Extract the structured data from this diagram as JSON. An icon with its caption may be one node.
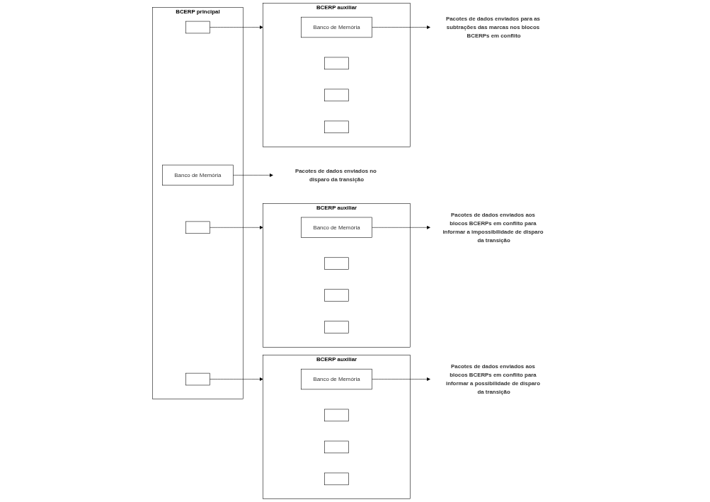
{
  "diagram": {
    "nodes": [
      {
        "text": [
          "BCERP principal"
        ]
      },
      {
        "text": [
          "Banco de Memória"
        ],
        "in": 0
      },
      {
        "text": [],
        "shape": "box",
        "in": 0
      },
      {
        "text": [],
        "shape": "box",
        "in": 0
      },
      {
        "text": [],
        "shape": "box",
        "in": 0
      },
      {
        "text": [
          "BCERP auxiliar"
        ]
      },
      {
        "text": [
          "Banco de Memória"
        ],
        "in": 5
      },
      {
        "text": [],
        "shape": "box",
        "in": 5
      },
      {
        "text": [],
        "shape": "box",
        "in": 5
      },
      {
        "text": [],
        "shape": "box",
        "in": 5
      },
      {
        "text": [
          "BCERP auxiliar"
        ]
      },
      {
        "text": [
          "Banco de Memória"
        ],
        "in": 10
      },
      {
        "text": [],
        "shape": "box",
        "in": 10
      },
      {
        "text": [],
        "shape": "box",
        "in": 10
      },
      {
        "text": [],
        "shape": "box",
        "in": 10
      },
      {
        "text": [
          "BCERP auxiliar"
        ]
      },
      {
        "text": [
          "Banco de Memória"
        ],
        "in": 15
      },
      {
        "text": [],
        "shape": "box",
        "in": 15
      },
      {
        "text": [],
        "shape": "box",
        "in": 15
      },
      {
        "text": [],
        "shape": "box",
        "in": 15
      },
      {
        "text": [
          "Pacotes de dados enviados no disparo da transição"
        ]
      },
      {
        "text": [
          "Pacotes de dados enviados para as subtrações das marcas nos blocos BCERPs em conflito"
        ]
      },
      {
        "text": [
          "Pacotes de dados enviados aos blocos BCERPs em conflito para informar a impossibilidade de disparo da transição"
        ]
      },
      {
        "text": [
          "Pacotes de dados enviados aos blocos BCERPs em conflito para informar a possibilidade de disparo da transição"
        ]
      }
    ],
    "edges": [
      {
        "from": 2,
        "to": 5,
        "arrow": "to"
      },
      {
        "from": 3,
        "to": 10,
        "arrow": "to"
      },
      {
        "from": 4,
        "to": 15,
        "arrow": "to"
      },
      {
        "from": 1,
        "to": 20,
        "arrow": "to"
      },
      {
        "from": 6,
        "to": 21,
        "arrow": "to"
      },
      {
        "from": 11,
        "to": 22,
        "arrow": "to"
      },
      {
        "from": 16,
        "to": 23,
        "arrow": "to"
      }
    ]
  }
}
